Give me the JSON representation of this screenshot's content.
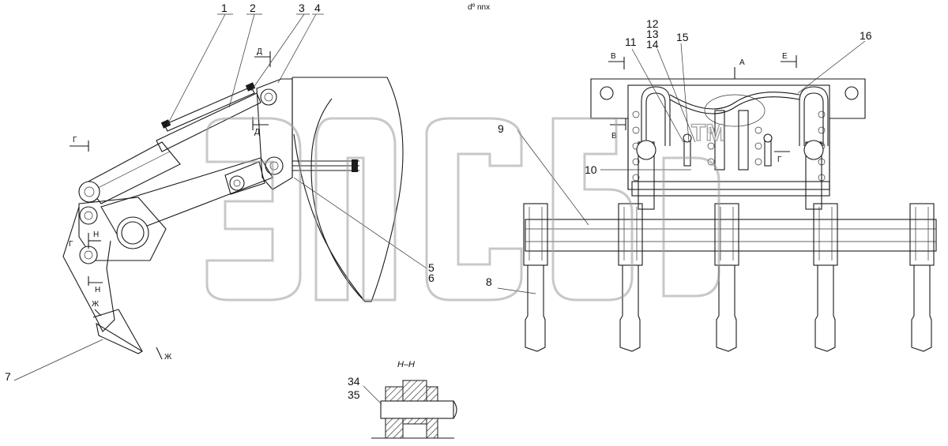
{
  "views": {
    "section_hh_title": "Н–Н",
    "small_note": "dº nnx"
  },
  "callouts": {
    "c1": "1",
    "c2": "2",
    "c3": "3",
    "c4": "4",
    "c5": "5",
    "c6": "6",
    "c7": "7",
    "c8": "8",
    "c9": "9",
    "c10": "10",
    "c11": "11",
    "c12": "12",
    "c13": "13",
    "c14": "14",
    "c15": "15",
    "c16": "16",
    "c34": "34",
    "c35": "35"
  },
  "section_marks": {
    "g_left": "Г",
    "d_top": "Д",
    "d_bottom": "Д",
    "g_right": "Г",
    "n_top": "Н",
    "n_bottom": "Н",
    "zh_left": "Ж",
    "zh_right": "Ж",
    "v_top": "В",
    "v_bottom": "В",
    "a_top": "А",
    "e_top": "Е"
  },
  "watermark": {
    "logo": "ЭПСб",
    "tm": "TM"
  }
}
